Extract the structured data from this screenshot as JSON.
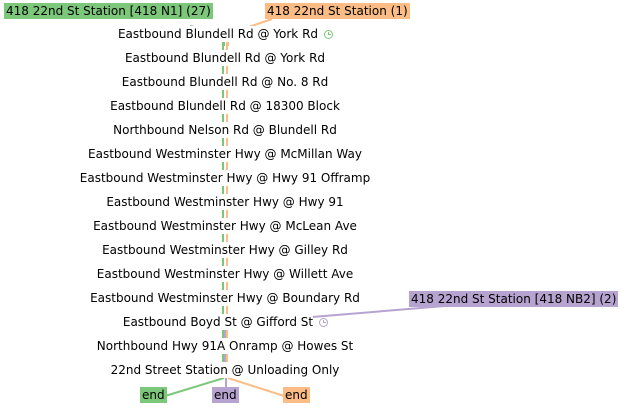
{
  "routes": [
    {
      "label": "418 22nd St Station [418 N1] (27)",
      "color": "#7dc77a"
    },
    {
      "label": "418 22nd St Station (1)",
      "color": "#fcbc85"
    },
    {
      "label": "418 22nd St Station [418 NB2] (2)",
      "color": "#b7a3cf"
    }
  ],
  "stops": [
    "Eastbound Blundell Rd @ York Rd",
    "Eastbound Blundell Rd @ York Rd",
    "Eastbound Blundell Rd @ No. 8 Rd",
    "Eastbound Blundell Rd @ 18300 Block",
    "Northbound Nelson Rd @ Blundell Rd",
    "Eastbound Westminster Hwy @ McMillan Way",
    "Eastbound Westminster Hwy @ Hwy 91 Offramp",
    "Eastbound Westminster Hwy @ Hwy 91",
    "Eastbound Westminster Hwy @ McLean Ave",
    "Eastbound Westminster Hwy @ Gilley Rd",
    "Eastbound Westminster Hwy @ Willett Ave",
    "Eastbound Westminster Hwy @ Boundary Rd",
    "Eastbound Boyd St @ Gifford St",
    "Northbound Hwy 91A Onramp @ Howes St",
    "22nd Street Station @ Unloading Only"
  ],
  "ends": [
    "end",
    "end",
    "end"
  ],
  "icons": {
    "timepoint": "clock-icon"
  }
}
